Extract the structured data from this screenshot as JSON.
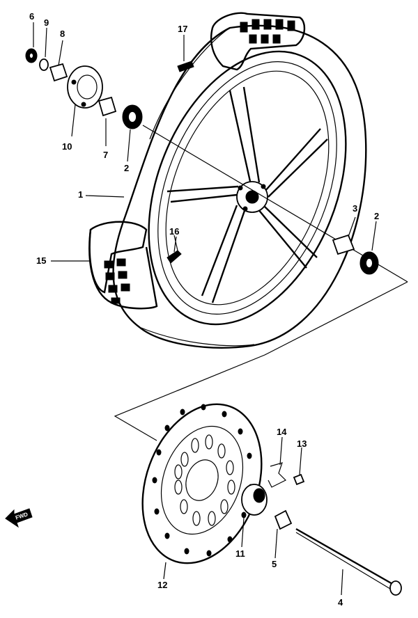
{
  "diagram": {
    "fwd_badge": "FWD",
    "part_labels": [
      {
        "id": "p6",
        "text": "6"
      },
      {
        "id": "p9",
        "text": "9"
      },
      {
        "id": "p8",
        "text": "8"
      },
      {
        "id": "p17",
        "text": "17"
      },
      {
        "id": "p10",
        "text": "10"
      },
      {
        "id": "p7",
        "text": "7"
      },
      {
        "id": "p2a",
        "text": "2"
      },
      {
        "id": "p1",
        "text": "1"
      },
      {
        "id": "p16",
        "text": "16"
      },
      {
        "id": "p15",
        "text": "15"
      },
      {
        "id": "p3",
        "text": "3"
      },
      {
        "id": "p2b",
        "text": "2"
      },
      {
        "id": "p14",
        "text": "14"
      },
      {
        "id": "p13",
        "text": "13"
      },
      {
        "id": "p11",
        "text": "11"
      },
      {
        "id": "p5",
        "text": "5"
      },
      {
        "id": "p12",
        "text": "12"
      },
      {
        "id": "p4",
        "text": "4"
      }
    ]
  }
}
